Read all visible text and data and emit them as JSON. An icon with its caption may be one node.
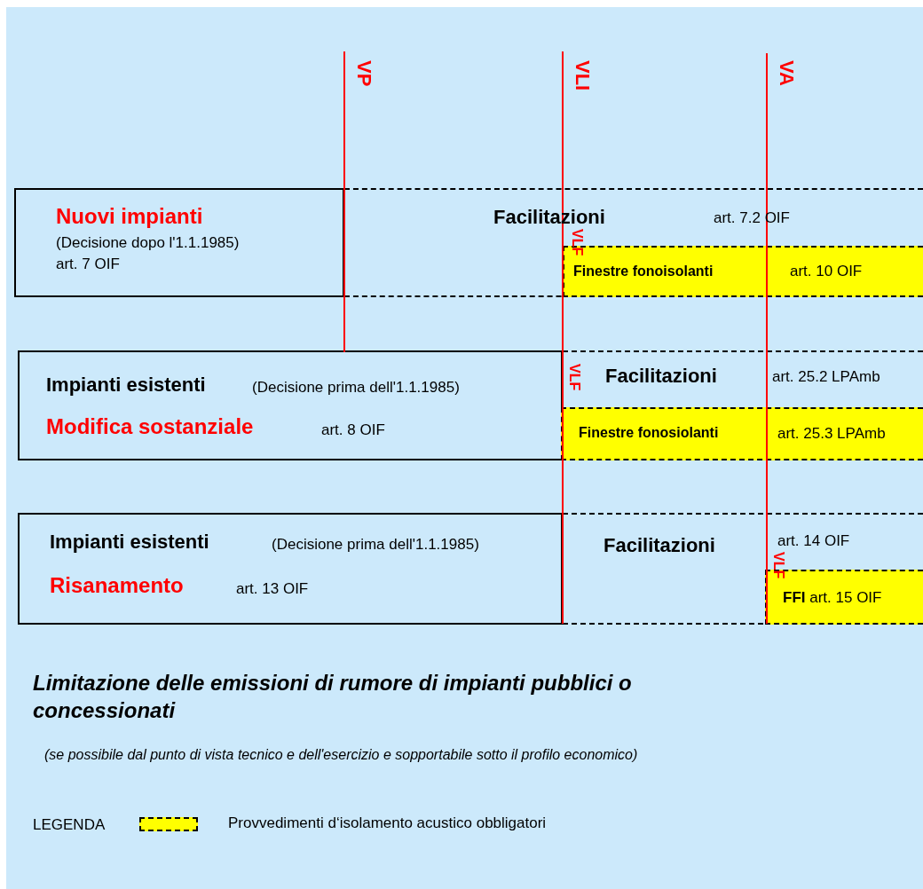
{
  "diagram": {
    "title": "Limitazione delle emissioni di rumore di impianti pubblici o concessionati",
    "nodes": [
      {
        "text": [
          "Nuovi impianti",
          "(Decisione dopo l'1.1.1985)",
          "art. 7 OIF"
        ]
      },
      {
        "text": [
          "Facilitazioni",
          "art. 7.2 OIF"
        ]
      },
      {
        "text": [
          "Finestre fonoisolanti",
          "art. 10 OIF"
        ],
        "in": 1
      },
      {
        "text": [
          "Impianti esistenti",
          "(Decisione prima dell'1.1.1985)",
          "Modifica sostanziale",
          "art. 8 OIF"
        ]
      },
      {
        "text": [
          "Facilitazioni",
          "art. 25.2 LPAmb"
        ]
      },
      {
        "text": [
          "Finestre fonosiolanti",
          "art. 25.3 LPAmb"
        ],
        "in": 4
      },
      {
        "text": [
          "Impianti esistenti",
          "(Decisione prima dell'1.1.1985)",
          "Risanamento",
          "art. 13 OIF"
        ]
      },
      {
        "text": [
          "Facilitazioni",
          "art. 14 OIF"
        ]
      },
      {
        "text": [
          "**FFI** art. 15 OIF"
        ],
        "in": 7
      }
    ],
    "labels": [
      "VP",
      "VLI",
      "VA",
      "VLF",
      "VLF",
      "VLF",
      "(se possibile dal punto di vista tecnico e dell'esercizio e sopportabile sotto il profilo economico)",
      "LEGENDA"
    ],
    "legend": [
      {
        "text": "Provvedimenti d‘isolamento acustico obbligatori",
        "color": "#ffff00"
      }
    ]
  }
}
